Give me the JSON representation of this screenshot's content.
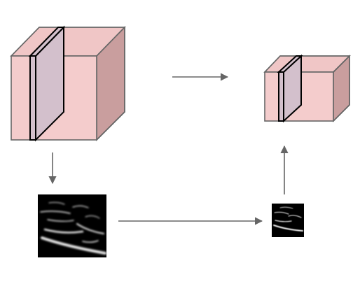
{
  "colors": {
    "cube_front": "#f4cccc",
    "cube_top": "#f0c6c6",
    "cube_side": "#c99e9e",
    "cube_edge": "#666666",
    "slice_fill": "#d3c0cc",
    "slice_edge": "#000000",
    "arrow": "#666666",
    "image_background": "#000000",
    "image_streaks": "#e8e8e8"
  },
  "nodes": [
    {
      "id": "input-volume",
      "kind": "cube",
      "icon": "volume-cube-icon"
    },
    {
      "id": "output-volume",
      "kind": "cube",
      "icon": "volume-cube-icon"
    },
    {
      "id": "input-slice-image",
      "kind": "image",
      "icon": "ultrasound-slice-image"
    },
    {
      "id": "output-slice-image",
      "kind": "image",
      "icon": "ultrasound-slice-image"
    }
  ],
  "edges": [
    {
      "from": "input-volume",
      "to": "output-volume"
    },
    {
      "from": "input-volume",
      "to": "input-slice-image"
    },
    {
      "from": "input-slice-image",
      "to": "output-slice-image"
    },
    {
      "from": "output-slice-image",
      "to": "output-volume"
    }
  ]
}
